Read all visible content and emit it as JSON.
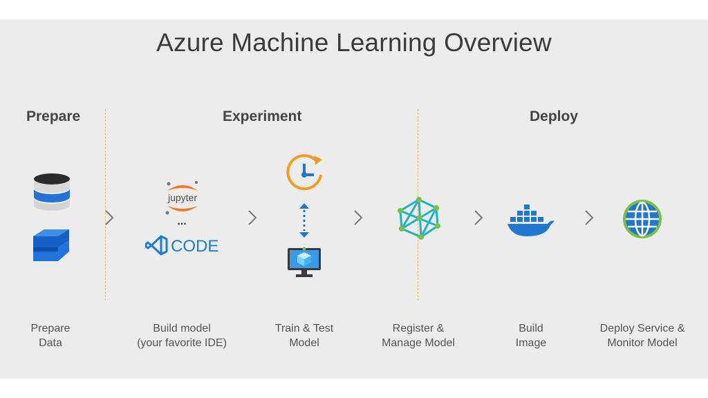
{
  "title": "Azure Machine Learning Overview",
  "phases": {
    "prepare": "Prepare",
    "experiment": "Experiment",
    "deploy": "Deploy"
  },
  "icons": {
    "jupyter_text": "jupyter",
    "ellipsis": "...",
    "code_text": "CODE"
  },
  "steps": [
    {
      "line1": "Prepare",
      "line2": "Data"
    },
    {
      "line1": "Build model",
      "line2": "(your favorite IDE)"
    },
    {
      "line1": "Train & Test",
      "line2": "Model"
    },
    {
      "line1": "Register &",
      "line2": "Manage Model"
    },
    {
      "line1": "Build",
      "line2": "Image"
    },
    {
      "line1": "Deploy Service &",
      "line2": "Monitor Model"
    }
  ],
  "colors": {
    "accent_blue": "#1f77d0",
    "orange": "#f39c21",
    "green": "#7ac143",
    "teal": "#1bb3c7",
    "divider": "#e6b366"
  }
}
